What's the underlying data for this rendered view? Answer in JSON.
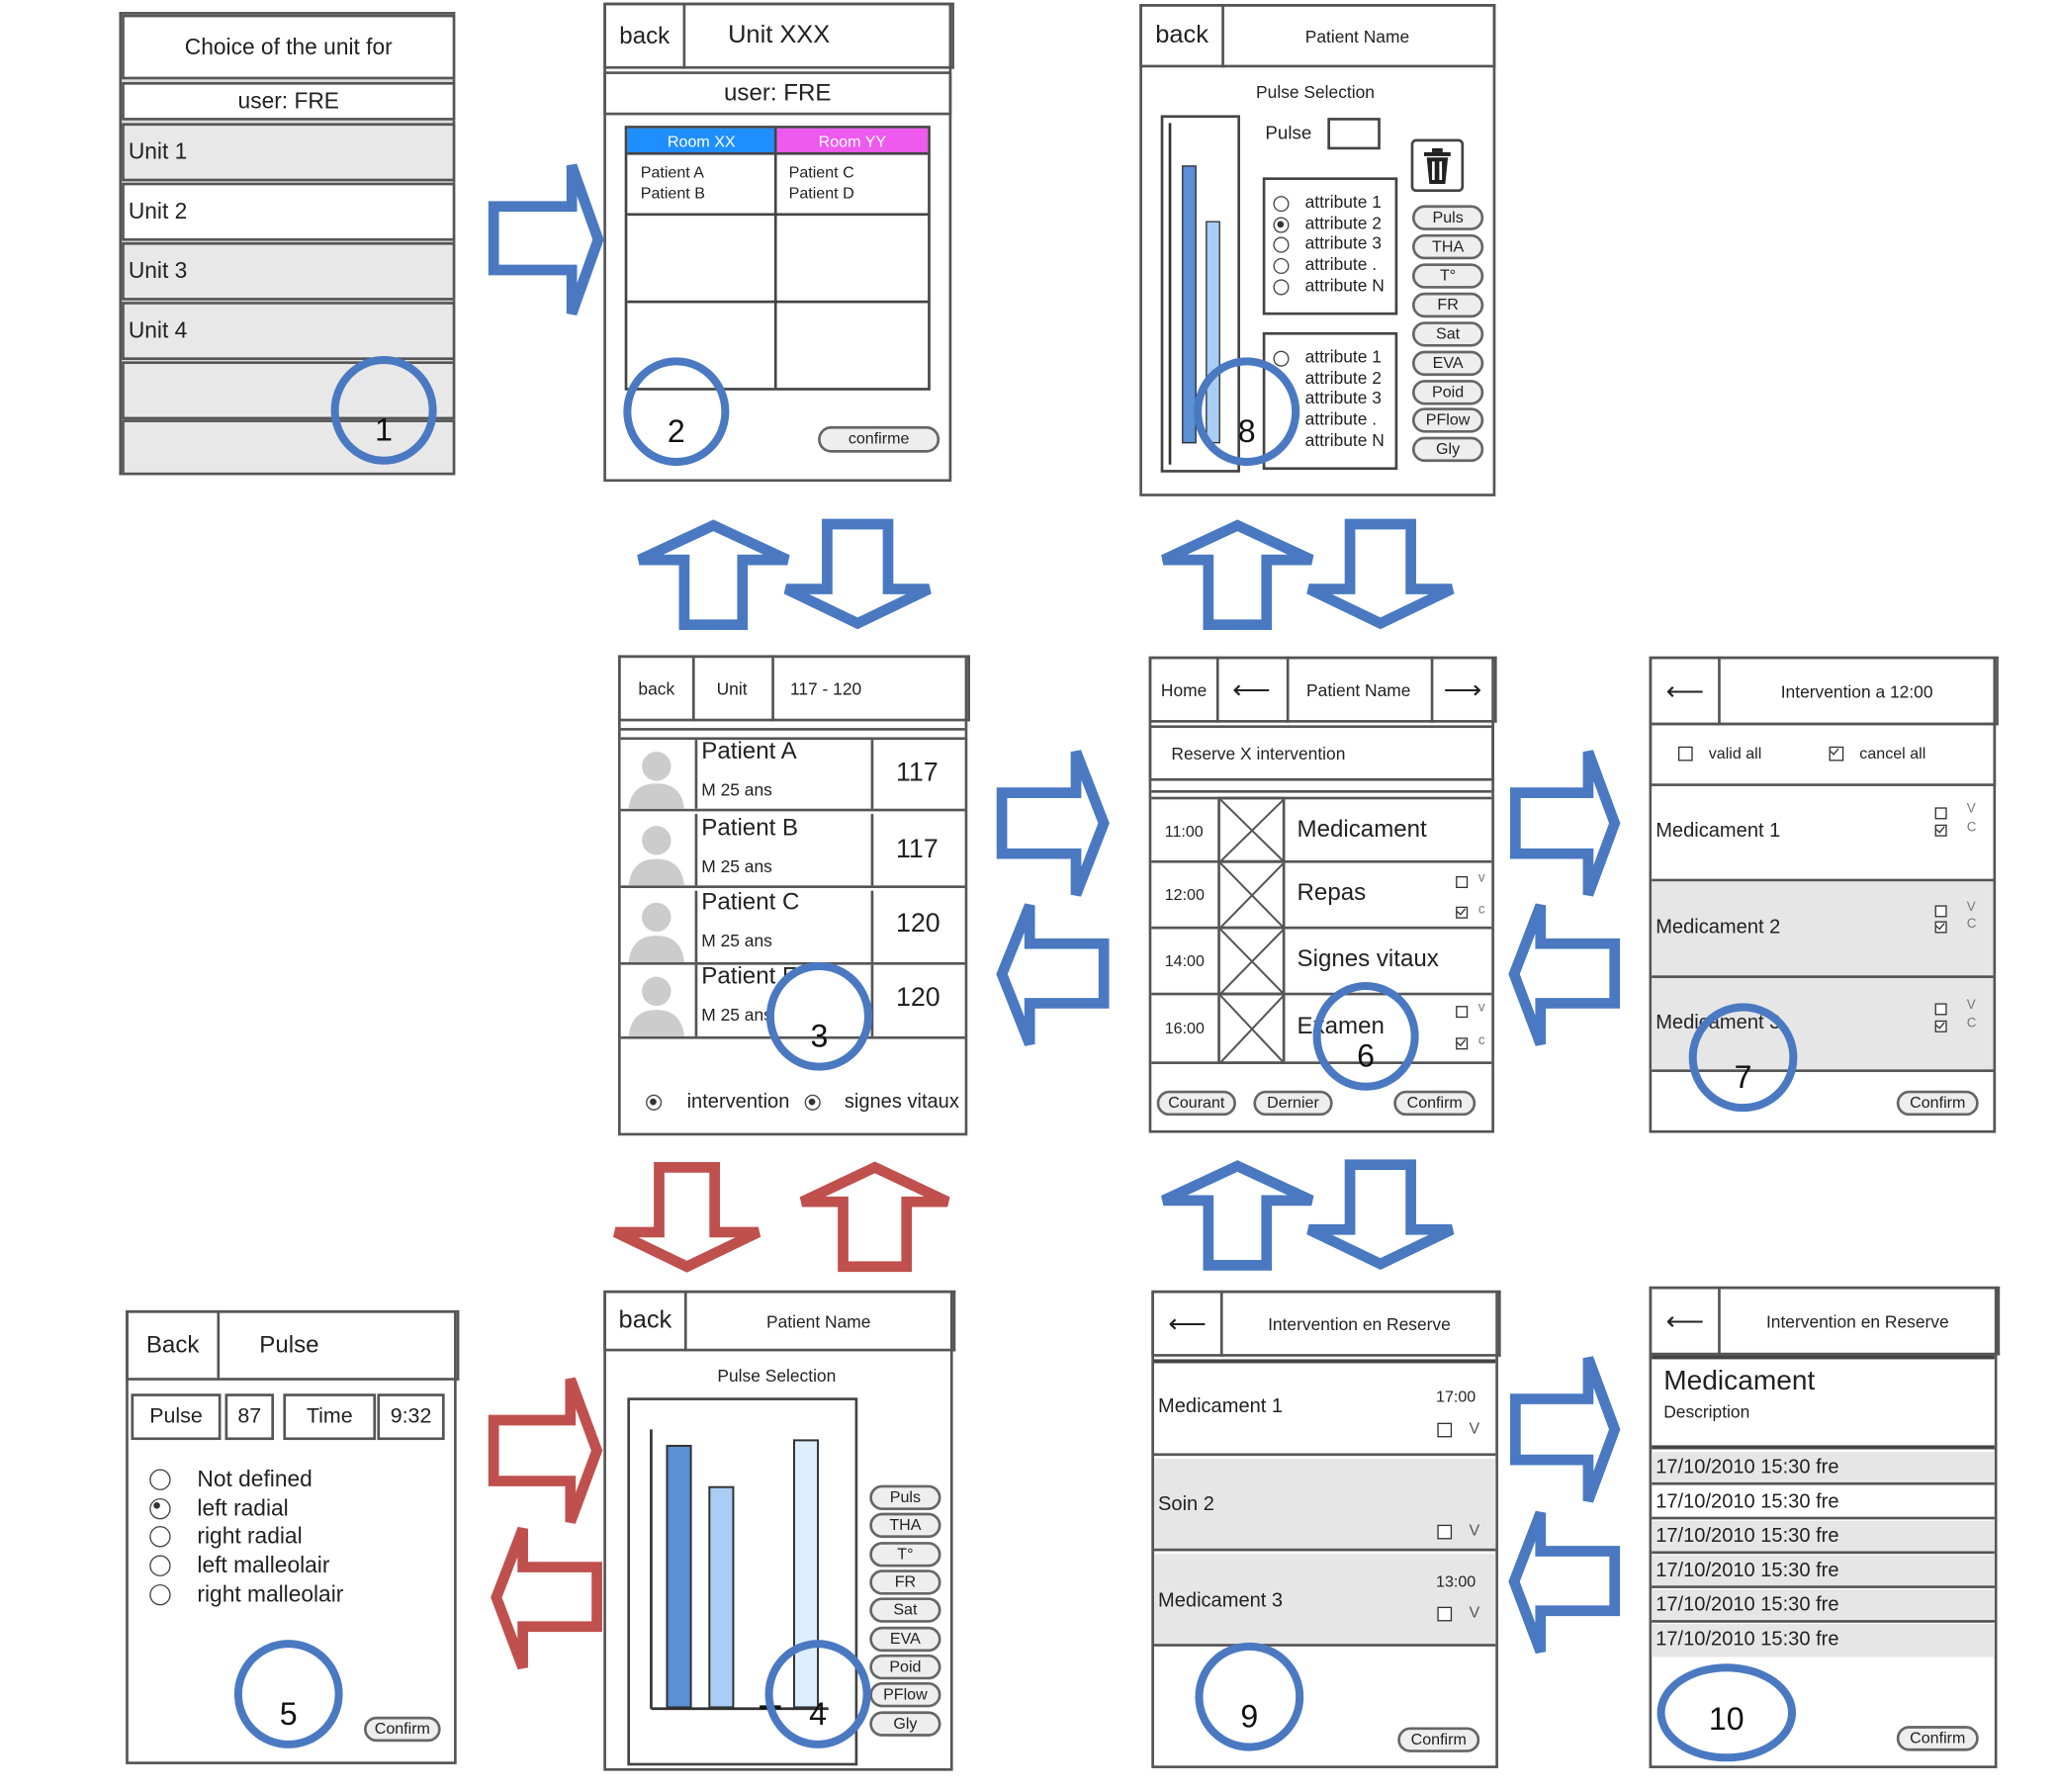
{
  "colors": {
    "flow_blue": "#4a79c2",
    "flow_red": "#c0504d",
    "room_xx": "#1f8fff",
    "room_yy": "#ee5aee",
    "bar_dark": "#5b8fd6",
    "bar_light": "#a9cdf5"
  },
  "screens": {
    "s1": {
      "badge": "1",
      "title_line1": "Choice of the unit for",
      "title_line2": "user: FRE",
      "units": [
        "Unit 1",
        "Unit 2",
        "Unit 3",
        "Unit 4",
        "",
        ""
      ]
    },
    "s2": {
      "badge": "2",
      "back": "back",
      "title": "Unit XXX",
      "user": "user: FRE",
      "room_xx": "Room XX",
      "room_yy": "Room YY",
      "room_xx_patients": [
        "Patient A",
        "Patient B"
      ],
      "room_yy_patients": [
        "Patient C",
        "Patient D"
      ],
      "confirm": "confirme"
    },
    "s3": {
      "badge": "3",
      "back": "back",
      "unit": "Unit",
      "range": "117 - 120",
      "patients": [
        {
          "name": "Patient A",
          "info": "M 25 ans",
          "room": "117"
        },
        {
          "name": "Patient B",
          "info": "M 25 ans",
          "room": "117"
        },
        {
          "name": "Patient C",
          "info": "M 25 ans",
          "room": "120"
        },
        {
          "name": "Patient F",
          "info": "M 25 ans",
          "room": "120"
        }
      ],
      "radio_intervention": "intervention",
      "radio_signes": "signes vitaux"
    },
    "s4": {
      "badge": "4",
      "back": "back",
      "title": "Patient Name",
      "subtitle": "Pulse Selection",
      "bars": [
        0.95,
        0.8,
        0.0,
        0.97
      ],
      "pills": [
        "Puls",
        "THA",
        "T°",
        "FR",
        "Sat",
        "EVA",
        "Poid",
        "PFlow",
        "Gly"
      ]
    },
    "s5": {
      "badge": "5",
      "back": "Back",
      "title": "Pulse",
      "pulse_label": "Pulse",
      "pulse_value": "87",
      "time_label": "Time",
      "time_value": "9:32",
      "options": [
        "Not defined",
        "left radial",
        "right radial",
        "left malleolair",
        "right malleolair"
      ],
      "selected": 1,
      "confirm": "Confirm"
    },
    "s6": {
      "badge": "6",
      "home": "Home",
      "prev": "⟵",
      "title": "Patient Name",
      "next": "⟶",
      "reserve": "Reserve X intervention",
      "rows": [
        {
          "time": "11:00",
          "label": "Medicament"
        },
        {
          "time": "12:00",
          "label": "Repas"
        },
        {
          "time": "14:00",
          "label": "Signes vitaux"
        },
        {
          "time": "16:00",
          "label": "Examen"
        }
      ],
      "v": "v",
      "c": "c",
      "btn_courant": "Courant",
      "btn_dernier": "Dernier",
      "btn_confirm": "Confirm"
    },
    "s7": {
      "badge": "7",
      "back": "⟵",
      "title": "Intervention a 12:00",
      "valid_all": "valid all",
      "cancel_all": "cancel all",
      "items": [
        "Medicament 1",
        "Medicament 2",
        "Medicament 3"
      ],
      "v": "V",
      "c": "C",
      "confirm": "Confirm"
    },
    "s8": {
      "badge": "8",
      "back": "back",
      "title": "Patient Name",
      "subtitle": "Pulse Selection",
      "pulse_label": "Pulse",
      "bars": [
        0.88,
        0.7
      ],
      "group1": [
        "attribute 1",
        "attribute 2",
        "attribute 3",
        "attribute .",
        "attribute N"
      ],
      "group1_selected": 1,
      "group2": [
        "attribute 1",
        "attribute 2",
        "attribute 3",
        "attribute .",
        "attribute N"
      ],
      "pills": [
        "Puls",
        "THA",
        "T°",
        "FR",
        "Sat",
        "EVA",
        "Poid",
        "PFlow",
        "Gly"
      ],
      "trash_icon": "trash-icon"
    },
    "s9": {
      "badge": "9",
      "back": "⟵",
      "title": "Intervention en Reserve",
      "items": [
        {
          "label": "Medicament 1",
          "time": "17:00",
          "v": "V"
        },
        {
          "label": "Soin 2",
          "time": "",
          "v": "V"
        },
        {
          "label": "Medicament 3",
          "time": "13:00",
          "v": "V"
        }
      ],
      "confirm": "Confirm"
    },
    "s10": {
      "badge": "10",
      "back": "⟵",
      "title": "Intervention en Reserve",
      "heading": "Medicament",
      "description": "Description",
      "log": [
        "17/10/2010 15:30 fre",
        "17/10/2010 15:30 fre",
        "17/10/2010 15:30 fre",
        "17/10/2010 15:30 fre",
        "17/10/2010 15:30 fre",
        "17/10/2010 15:30 fre"
      ],
      "confirm": "Confirm"
    }
  }
}
